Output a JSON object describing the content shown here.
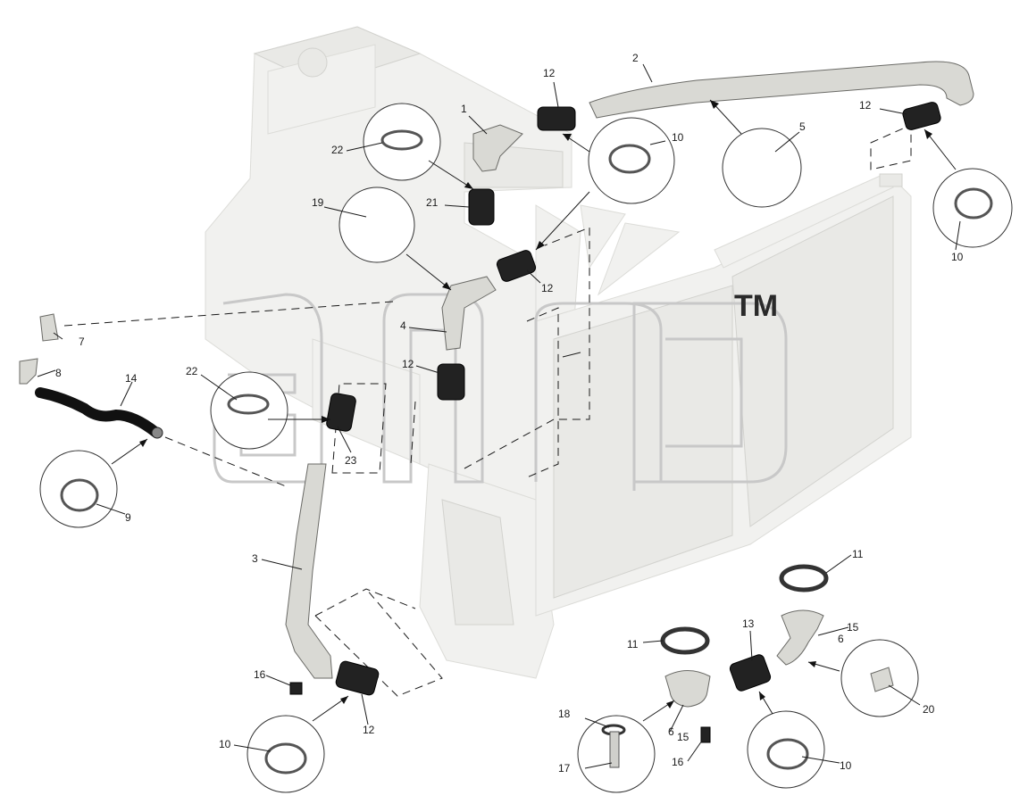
{
  "watermark": {
    "trademark": "TM"
  },
  "callouts": [
    {
      "id": "c1",
      "text": "1"
    },
    {
      "id": "c2",
      "text": "2"
    },
    {
      "id": "c3",
      "text": "3"
    },
    {
      "id": "c4",
      "text": "4"
    },
    {
      "id": "c5",
      "text": "5"
    },
    {
      "id": "c6a",
      "text": "6"
    },
    {
      "id": "c6b",
      "text": "6"
    },
    {
      "id": "c7",
      "text": "7"
    },
    {
      "id": "c8",
      "text": "8"
    },
    {
      "id": "c9",
      "text": "9"
    },
    {
      "id": "c10a",
      "text": "10"
    },
    {
      "id": "c10b",
      "text": "10"
    },
    {
      "id": "c10c",
      "text": "10"
    },
    {
      "id": "c10d",
      "text": "10"
    },
    {
      "id": "c11a",
      "text": "11"
    },
    {
      "id": "c11b",
      "text": "11"
    },
    {
      "id": "c12a",
      "text": "12"
    },
    {
      "id": "c12b",
      "text": "12"
    },
    {
      "id": "c12c",
      "text": "12"
    },
    {
      "id": "c12d",
      "text": "12"
    },
    {
      "id": "c12e",
      "text": "12"
    },
    {
      "id": "c13",
      "text": "13"
    },
    {
      "id": "c14",
      "text": "14"
    },
    {
      "id": "c15a",
      "text": "15"
    },
    {
      "id": "c15b",
      "text": "15"
    },
    {
      "id": "c16a",
      "text": "16"
    },
    {
      "id": "c16b",
      "text": "16"
    },
    {
      "id": "c17",
      "text": "17"
    },
    {
      "id": "c18",
      "text": "18"
    },
    {
      "id": "c19",
      "text": "19"
    },
    {
      "id": "c20",
      "text": "20"
    },
    {
      "id": "c21",
      "text": "21"
    },
    {
      "id": "c22a",
      "text": "22"
    },
    {
      "id": "c22b",
      "text": "22"
    },
    {
      "id": "c23",
      "text": "23"
    }
  ]
}
